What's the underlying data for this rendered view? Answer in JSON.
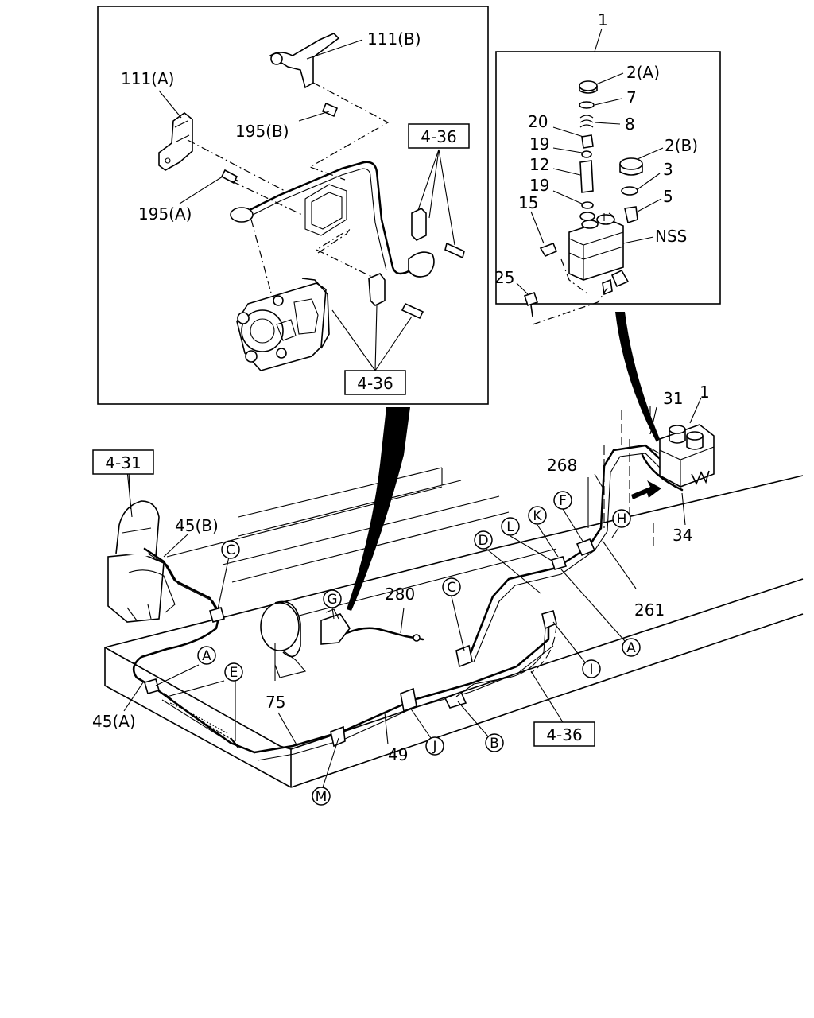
{
  "labels": {
    "p111B": "111(B)",
    "p111A": "111(A)",
    "p195B": "195(B)",
    "p195A": "195(A)",
    "ref436a": "4-36",
    "ref436b": "4-36",
    "ref436c": "4-36",
    "ref431": "4-31",
    "p1top": "1",
    "p2A": "2(A)",
    "p7": "7",
    "p20": "20",
    "p8": "8",
    "p19a": "19",
    "p2B": "2(B)",
    "p12": "12",
    "p3": "3",
    "p19b": "19",
    "p5": "5",
    "p15": "15",
    "nss": "NSS",
    "p25": "25",
    "p31": "31",
    "p1main": "1",
    "p268": "268",
    "p34": "34",
    "p45B": "45(B)",
    "p280": "280",
    "p261": "261",
    "p45A": "45(A)",
    "p75": "75",
    "p49": "49"
  },
  "callouts": {
    "C1": "C",
    "C2": "C",
    "F": "F",
    "K": "K",
    "L": "L",
    "D": "D",
    "H": "H",
    "G": "G",
    "A1": "A",
    "A2": "A",
    "E": "E",
    "I": "I",
    "J": "J",
    "B": "B",
    "M": "M"
  }
}
